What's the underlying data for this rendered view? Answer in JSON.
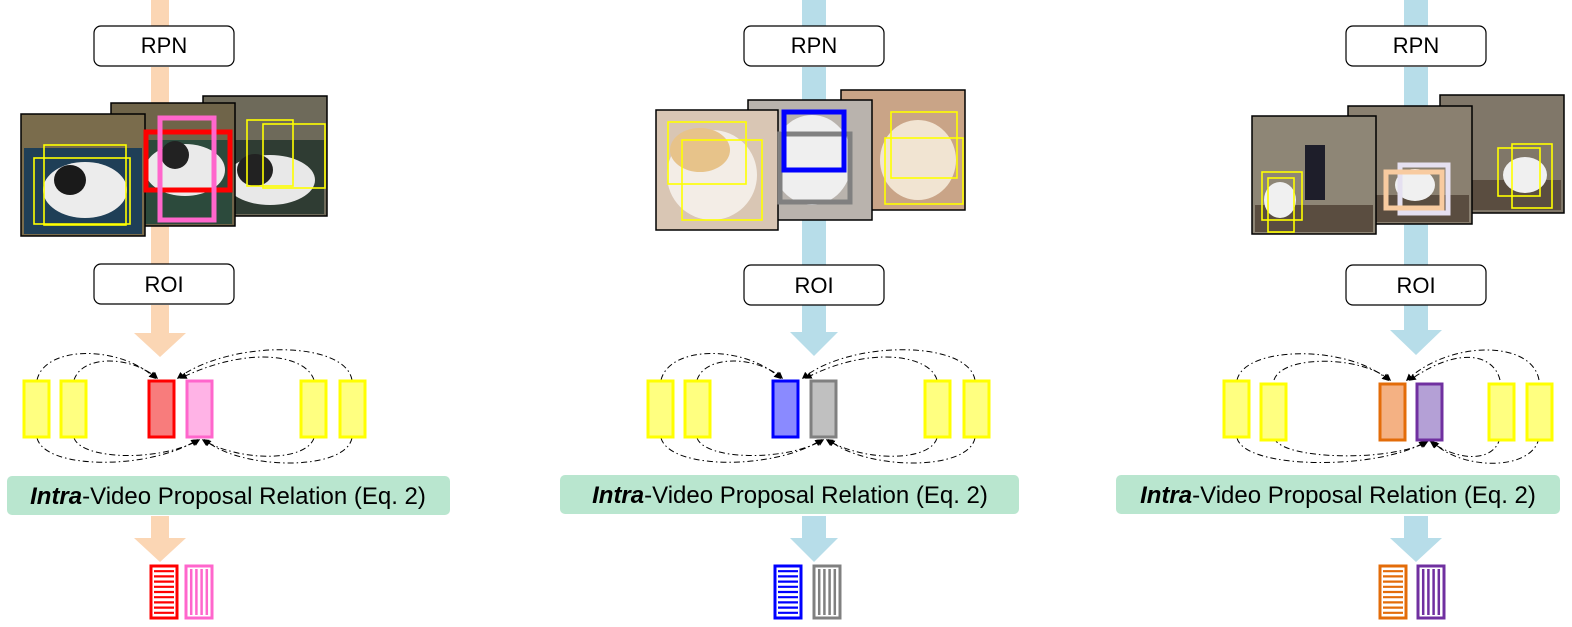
{
  "columns": [
    {
      "rpn_label": "RPN",
      "roi_label": "ROI",
      "relation_bold": "Intra",
      "relation_rest": "-Video Proposal Relation (Eq. 2)",
      "arrow_color": "#fbd6b4",
      "main_box_color": "#ff0000",
      "main_box_fill": "#f87c7c",
      "second_box_color": "#ff66cc",
      "second_box_fill": "#ffb3e6",
      "frames_content": "cat-photos"
    },
    {
      "rpn_label": "RPN",
      "roi_label": "ROI",
      "relation_bold": "Intra",
      "relation_rest": "-Video Proposal Relation (Eq. 2)",
      "arrow_color": "#b7dde9",
      "main_box_color": "#0000ff",
      "main_box_fill": "#8a8aff",
      "second_box_color": "#808080",
      "second_box_fill": "#c0c0c0",
      "frames_content": "cat-face-photos"
    },
    {
      "rpn_label": "RPN",
      "roi_label": "ROI",
      "relation_bold": "Intra",
      "relation_rest": "-Video Proposal Relation (Eq. 2)",
      "arrow_color": "#b7dde9",
      "main_box_color": "#e36c09",
      "main_box_fill": "#f4b183",
      "second_box_color": "#7030a0",
      "second_box_fill": "#b4a0d6",
      "frames_content": "dog-and-person-photos"
    }
  ],
  "colors": {
    "proposal_yellow": "#ffff00",
    "proposal_yellow_fill": "#ffff80",
    "relation_bg": "#b9e6cf",
    "box_border": "#000000"
  }
}
